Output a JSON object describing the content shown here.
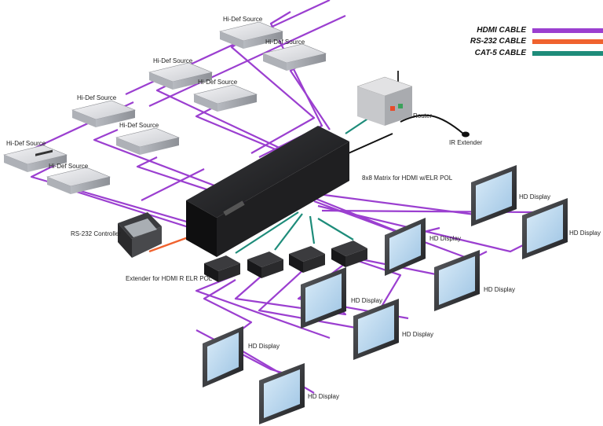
{
  "legend": [
    {
      "label": "HDMI CABLE",
      "color": "#9b3fd0"
    },
    {
      "label": "RS-232 CABLE",
      "color": "#f0622e"
    },
    {
      "label": "CAT-5 CABLE",
      "color": "#1e8c7a"
    }
  ],
  "labels": {
    "source": "Hi-Def Source",
    "display": "HD Display",
    "router": "Router",
    "ir_extender": "IR Extender",
    "matrix": "8x8 Matrix for HDMI w/ELR POL",
    "controller": "RS-232 Controller",
    "extender": "Extender for HDMI R ELR POL"
  },
  "colors": {
    "hdmi": "#9b3fd0",
    "rs232": "#f0622e",
    "cat5": "#1e8c7a",
    "device_body": "#e8e8ea",
    "matrix_body": "#1b1b1d"
  }
}
